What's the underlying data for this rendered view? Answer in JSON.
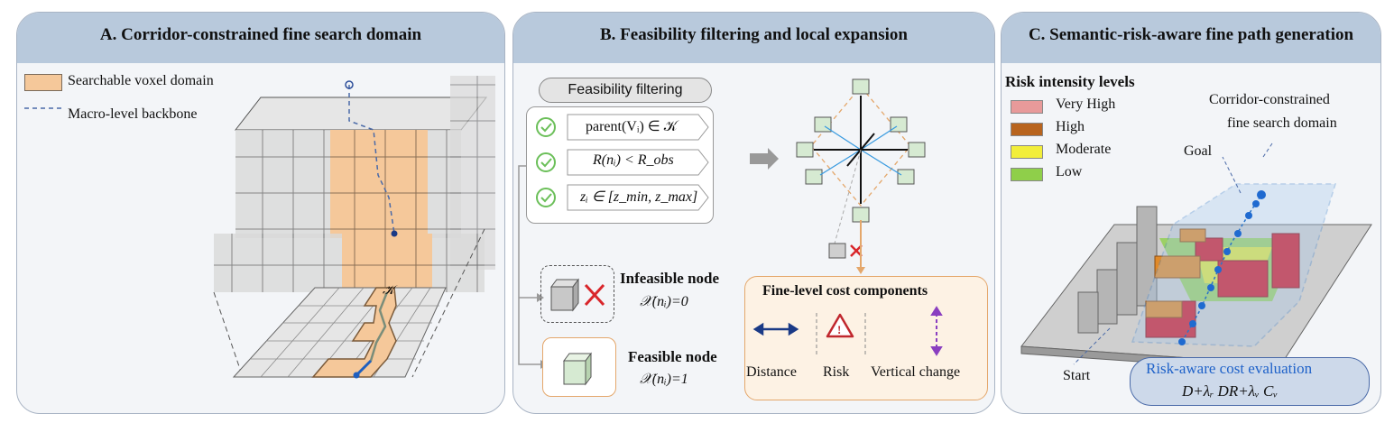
{
  "panelA": {
    "title": "A. Corridor-constrained fine search domain",
    "legend_searchable": "Searchable voxel domain",
    "legend_backbone": "Macro-level backbone",
    "corridor_symbol": "𝒦"
  },
  "panelB": {
    "title": "B. Feasibility filtering and local expansion",
    "filter_header": "Feasibility filtering",
    "cond1": "parent(Vᵢ) ∈ 𝒦",
    "cond2": "R(nᵢ) < R_obs",
    "cond3": "zᵢ ∈ [z_min, z_max]",
    "infeasible_title": "Infeasible node",
    "infeasible_eq": "𝒳(nᵢ)=0",
    "feasible_title": "Feasible node",
    "feasible_eq": "𝒳(nᵢ)=1",
    "cost_title": "Fine-level cost components",
    "cost_distance": "Distance",
    "cost_risk": "Risk",
    "cost_vertical": "Vertical change"
  },
  "panelC": {
    "title": "C. Semantic-risk-aware fine path generation",
    "legend_title": "Risk intensity levels",
    "levels": [
      {
        "label": "Very High",
        "color": "#e89a9a"
      },
      {
        "label": "High",
        "color": "#b8641e"
      },
      {
        "label": "Moderate",
        "color": "#f2ee3a"
      },
      {
        "label": "Low",
        "color": "#8fcf4a"
      }
    ],
    "corridor_label_1": "Corridor-constrained",
    "corridor_label_2": "fine search domain",
    "goal_label": "Goal",
    "start_label": "Start",
    "eval_title": "Risk-aware cost evaluation",
    "eval_formula": "D+λᵣ DR+λᵥ Cᵥ"
  },
  "colors": {
    "panel_header": "#b8c9dc",
    "orange": "#f5c89a",
    "check_green": "#6bbf59",
    "cross_red": "#d9262b",
    "blue_accent": "#2a74c9"
  }
}
